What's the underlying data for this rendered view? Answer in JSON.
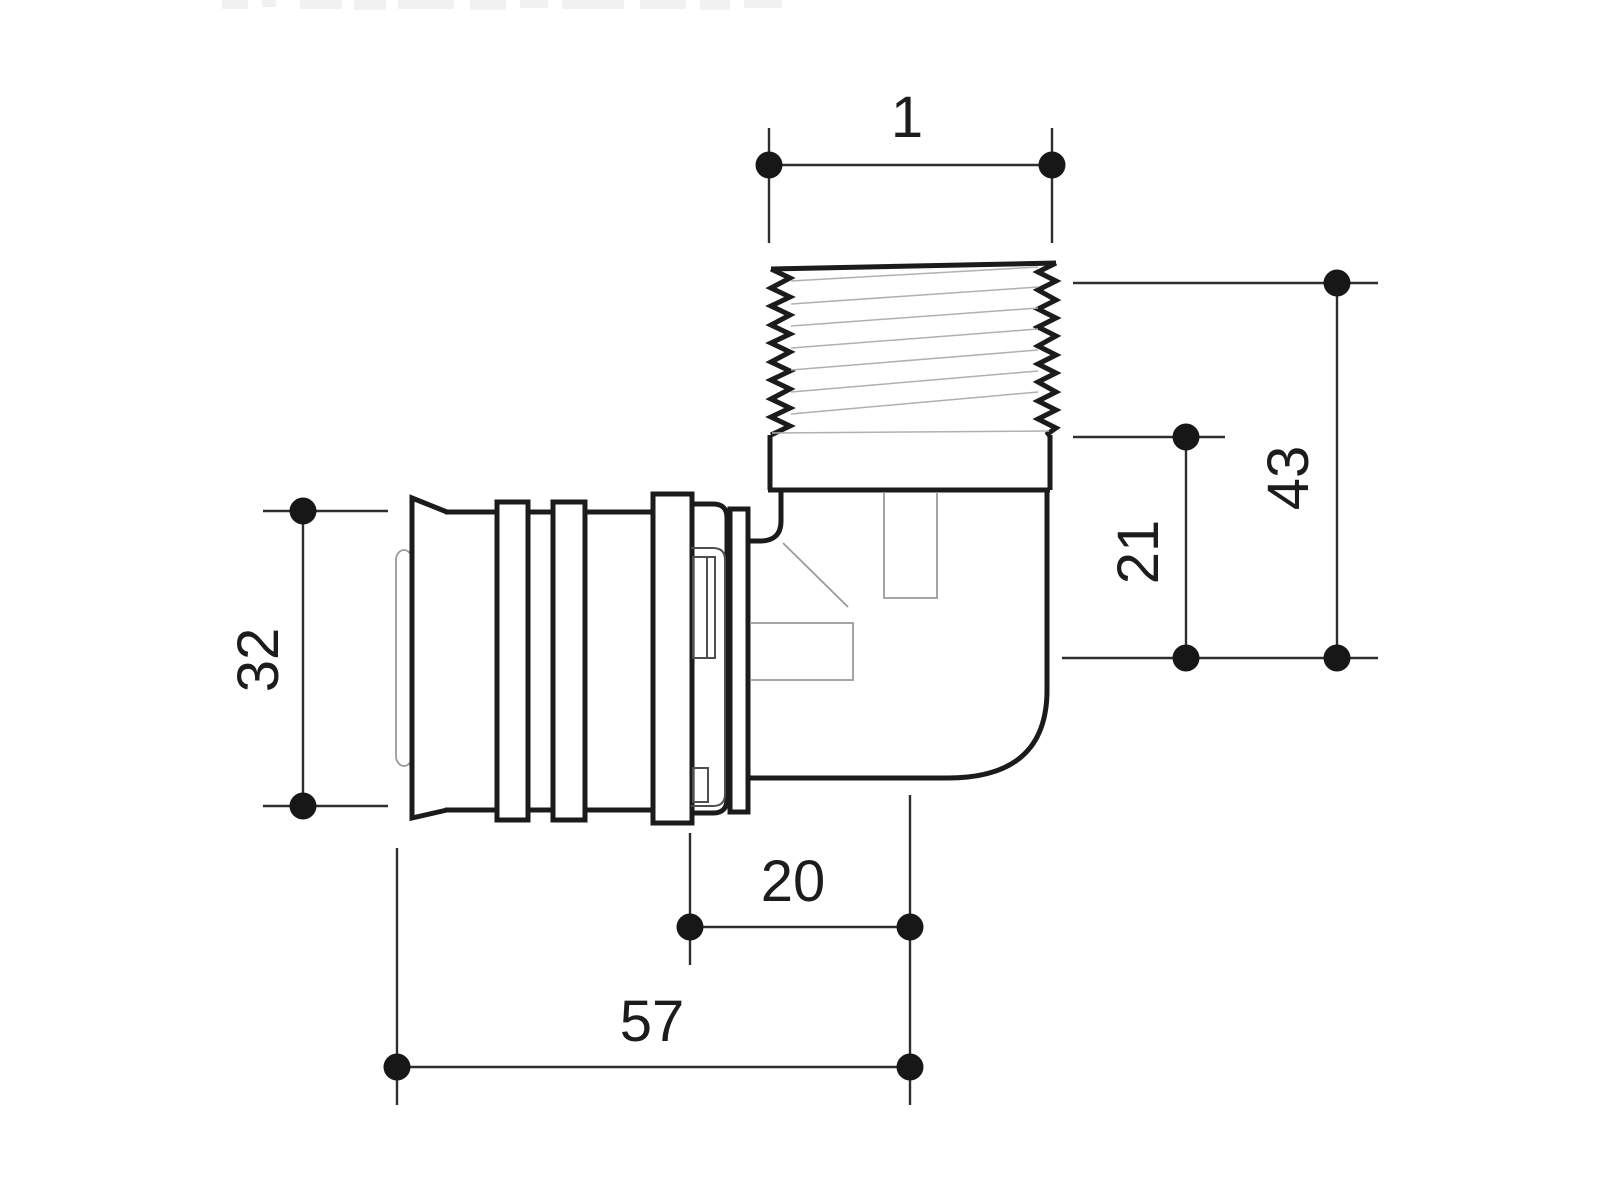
{
  "drawing": {
    "title": "press-fitting-elbow-with-male-thread-side-view",
    "dimensions": {
      "thread_size": "1",
      "overall_height": "43",
      "center_to_collar": "21",
      "sleeve_outer_diameter": "32",
      "pipe_insertion_depth": "20",
      "overall_length": "57"
    },
    "colors": {
      "background": "#ffffff",
      "outline": "#1b1b1b",
      "dimension": "#2e2e2e",
      "thin_detail": "#9a9a9a"
    }
  }
}
